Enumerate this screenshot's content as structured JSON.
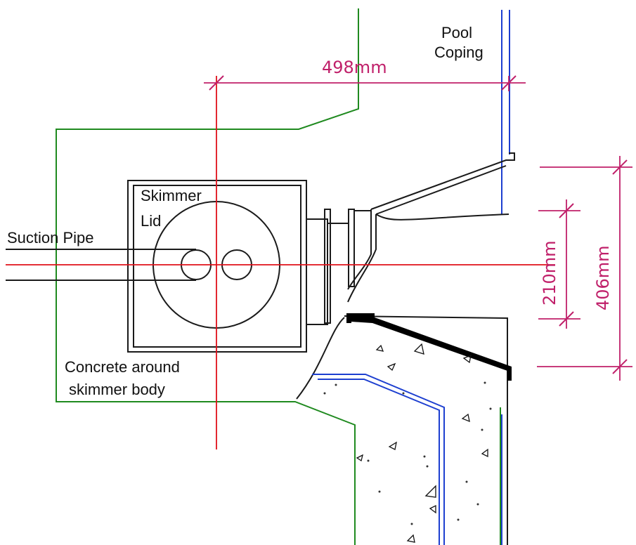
{
  "labels": {
    "pool_coping_line1": "Pool",
    "pool_coping_line2": "Coping",
    "skimmer_lid_line1": "Skimmer",
    "skimmer_lid_line2": "Lid",
    "suction_pipe": "Suction Pipe",
    "concrete_line1": "Concrete around",
    "concrete_line2": "skimmer body"
  },
  "dimensions": {
    "width_dim": "498mm",
    "depth_dim_1": "210mm",
    "depth_dim_2": "406mm"
  },
  "colors": {
    "outline": "#1a1a1a",
    "concrete_edge": "#1f8a1f",
    "center_line": "#e0101a",
    "water_line": "#1d3fd0",
    "dimension": "#c0206a"
  }
}
